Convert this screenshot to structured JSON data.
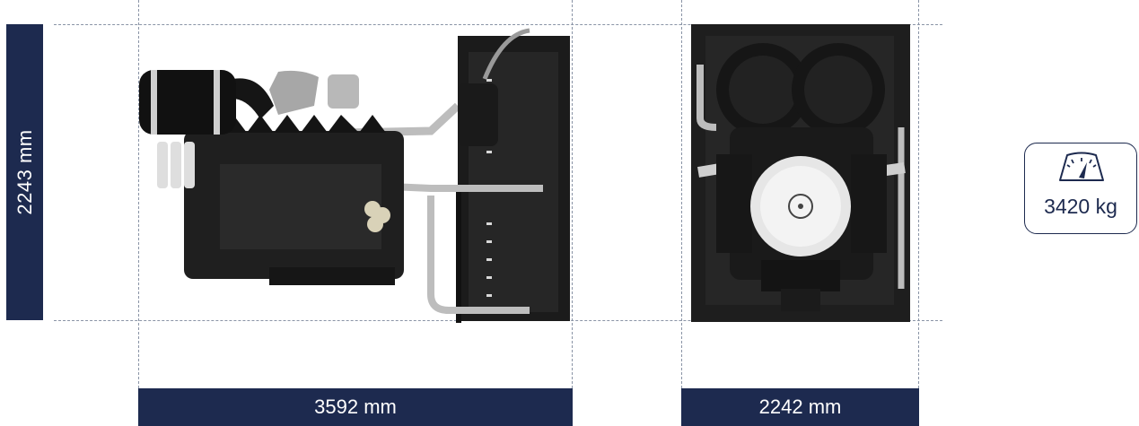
{
  "dimensions": {
    "height": "2243 mm",
    "side_length": "3592 mm",
    "front_width": "2242 mm"
  },
  "weight": {
    "value": "3420 kg",
    "icon": "gauge-icon"
  },
  "colors": {
    "bar_background": "#1d2a4f",
    "bar_text": "#ffffff",
    "guide_lines": "#8a94a6",
    "engine_body": "#1e1e1e"
  }
}
